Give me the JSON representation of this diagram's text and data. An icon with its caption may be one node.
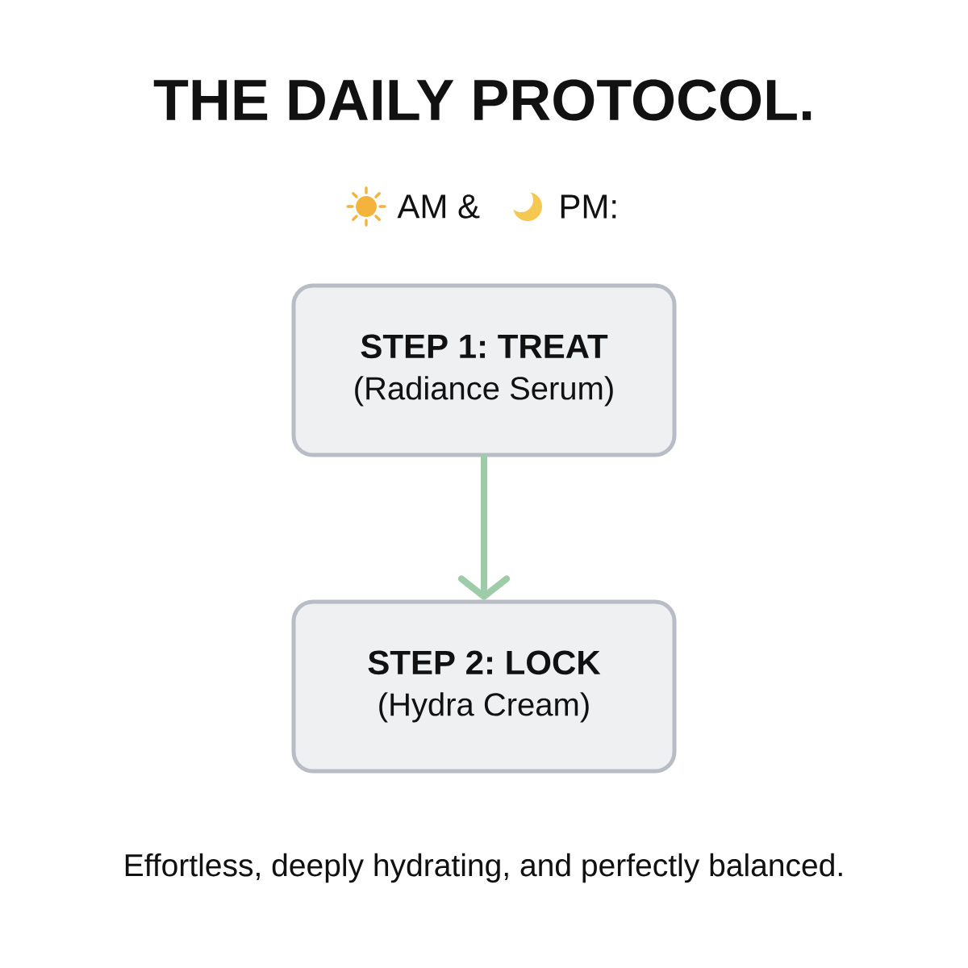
{
  "diagram": {
    "title": "THE DAILY PROTOCOL.",
    "caption": "Effortless, deeply hydrating, and perfectly balanced.",
    "nodes": [
      {
        "text": [
          "STEP 1: TREAT",
          "(Radiance Serum)"
        ]
      },
      {
        "text": [
          "STEP 2: LOCK",
          "(Hydra Cream)"
        ]
      }
    ],
    "edges": [
      {
        "from": 0,
        "to": 1,
        "arrow": "to"
      }
    ],
    "labels": [
      "AM &",
      "PM:"
    ]
  }
}
